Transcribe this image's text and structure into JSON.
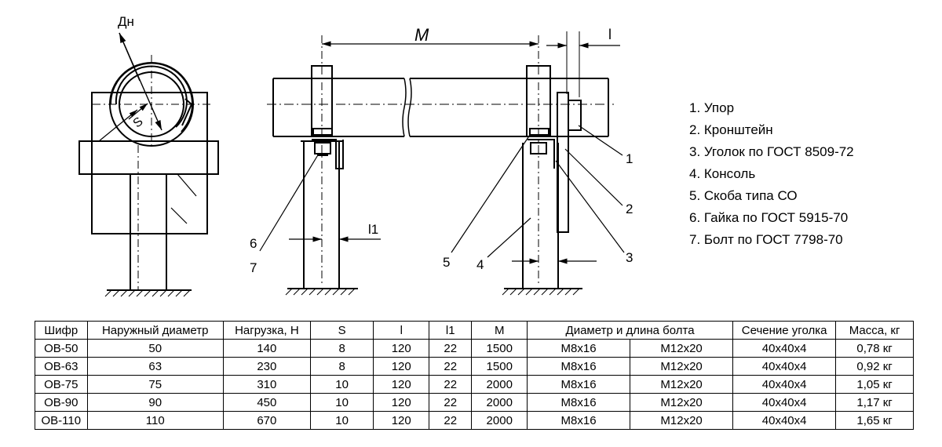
{
  "drawing": {
    "labels": {
      "dn": "Дн",
      "s": "S",
      "m": "M",
      "l": "l",
      "l1": "l1",
      "n1": "1",
      "n2": "2",
      "n3": "3",
      "n4": "4",
      "n5": "5",
      "n6": "6",
      "n7": "7"
    }
  },
  "legend": {
    "items": [
      "1. Упор",
      "2. Кронштейн",
      "3. Уголок по ГОСТ 8509-72",
      "4. Консоль",
      "5. Скоба типа СО",
      "6. Гайка по ГОСТ 5915-70",
      "7. Болт по ГОСТ 7798-70"
    ]
  },
  "table": {
    "headers": [
      "Шифр",
      "Наружный диаметр",
      "Нагрузка, Н",
      "S",
      "l",
      "l1",
      "M",
      "Диаметр и длина болта",
      "Сечение уголка",
      "Масса, кг"
    ],
    "rows": [
      [
        "ОВ-50",
        "50",
        "140",
        "8",
        "120",
        "22",
        "1500",
        "M8x16",
        "M12x20",
        "40x40x4",
        "0,78 кг"
      ],
      [
        "ОВ-63",
        "63",
        "230",
        "8",
        "120",
        "22",
        "1500",
        "M8x16",
        "M12x20",
        "40x40x4",
        "0,92 кг"
      ],
      [
        "ОВ-75",
        "75",
        "310",
        "10",
        "120",
        "22",
        "2000",
        "M8x16",
        "M12x20",
        "40x40x4",
        "1,05 кг"
      ],
      [
        "ОВ-90",
        "90",
        "450",
        "10",
        "120",
        "22",
        "2000",
        "M8x16",
        "M12x20",
        "40x40x4",
        "1,17 кг"
      ],
      [
        "ОВ-110",
        "110",
        "670",
        "10",
        "120",
        "22",
        "2000",
        "M8x16",
        "M12x20",
        "40x40x4",
        "1,65 кг"
      ]
    ]
  }
}
